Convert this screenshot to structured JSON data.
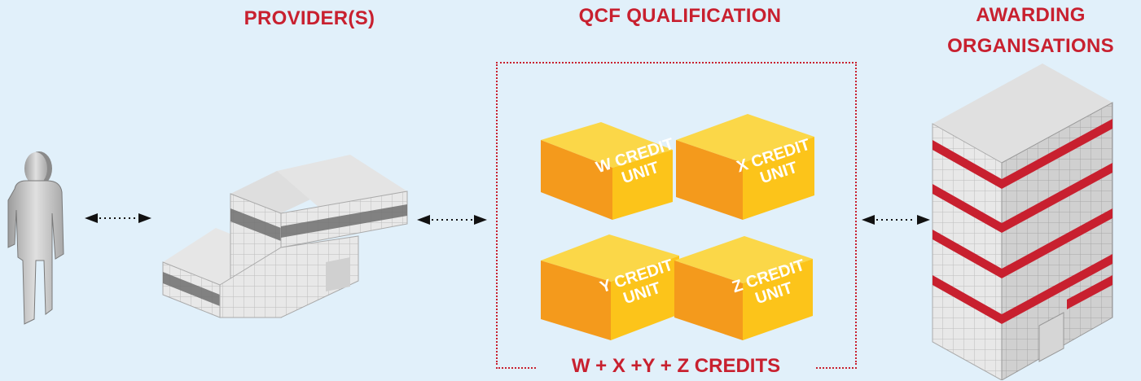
{
  "headings": {
    "providers": "PROVIDER(S)",
    "qcf": "QCF QUALIFICATION",
    "awarding_line1": "AWARDING",
    "awarding_line2": "ORGANISATIONS"
  },
  "credit_units": [
    {
      "line1": "W CREDIT",
      "line2": "UNIT"
    },
    {
      "line1": "X CREDIT",
      "line2": "UNIT"
    },
    {
      "line1": "Y CREDIT",
      "line2": "UNIT"
    },
    {
      "line1": "Z CREDIT",
      "line2": "UNIT"
    }
  ],
  "credits_total": "W + X +Y + Z CREDITS",
  "colors": {
    "background": "#e1f0fa",
    "accent_red": "#c8202f",
    "box_top": "#fbd748",
    "box_front": "#fcc41a",
    "box_side": "#f49a1c",
    "building_light": "#e6e6e6",
    "building_dark": "#707070"
  }
}
